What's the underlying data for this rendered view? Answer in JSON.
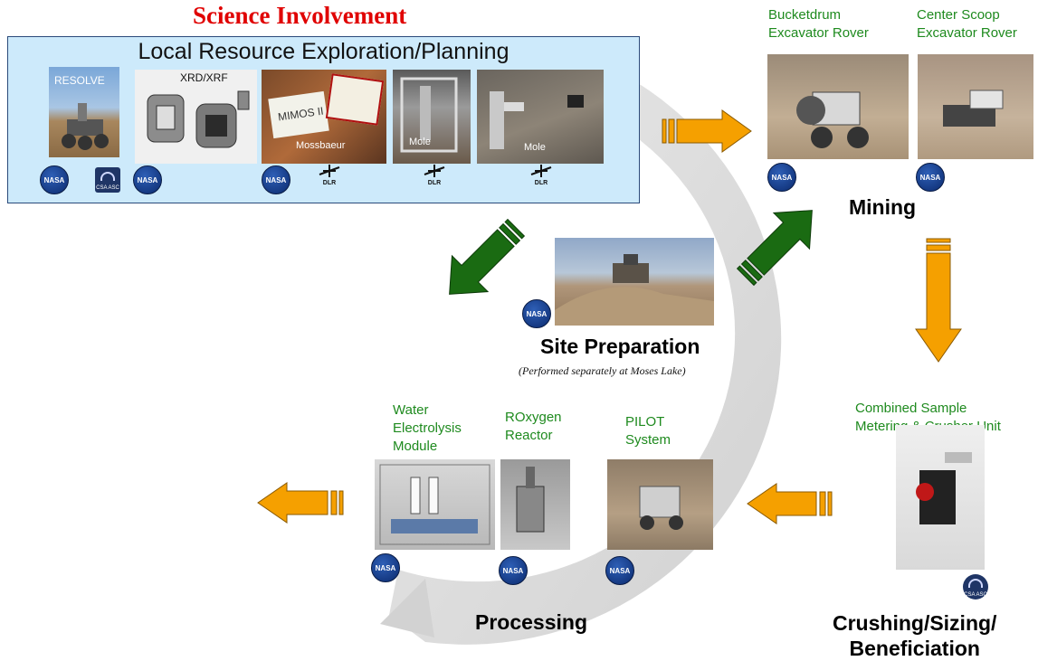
{
  "header": {
    "title": "Science Involvement"
  },
  "exploration": {
    "title": "Local Resource Exploration/Planning",
    "items": [
      {
        "caption": "RESOLVE"
      },
      {
        "caption": "XRD/XRF"
      },
      {
        "caption": "Mossbaeur",
        "label": "MIMOS II"
      },
      {
        "caption": "Mole"
      },
      {
        "caption": "Mole"
      }
    ]
  },
  "mining": {
    "label": "Mining",
    "rovers": [
      {
        "name": "Bucketdrum Excavator Rover",
        "lines": [
          "Bucketdrum",
          "Excavator Rover"
        ]
      },
      {
        "name": "Center Scoop Excavator Rover",
        "lines": [
          "Center Scoop",
          "Excavator Rover"
        ]
      }
    ]
  },
  "site_prep": {
    "label": "Site Preparation",
    "note": "(Performed separately at Moses Lake)"
  },
  "crushing": {
    "unit_lines": [
      "Combined Sample",
      "Metering & Crusher Unit"
    ],
    "label_lines": [
      "Crushing/Sizing/",
      "Beneficiation"
    ]
  },
  "processing": {
    "label": "Processing",
    "modules": [
      {
        "lines": [
          "Water",
          "Electrolysis",
          "Module"
        ]
      },
      {
        "lines": [
          "ROxygen",
          "Reactor"
        ]
      },
      {
        "lines": [
          "PILOT",
          "System"
        ]
      }
    ]
  },
  "logos": {
    "nasa": "NASA",
    "csa": "CSA ASC",
    "dlr": "DLR"
  },
  "colors": {
    "title_red": "#e00000",
    "label_green": "#1e8a1e",
    "arrow_orange": "#f5a000",
    "arrow_green": "#1a6b12",
    "panel_blue": "#cdeafb",
    "ring_gray": "#d9d9d9"
  }
}
